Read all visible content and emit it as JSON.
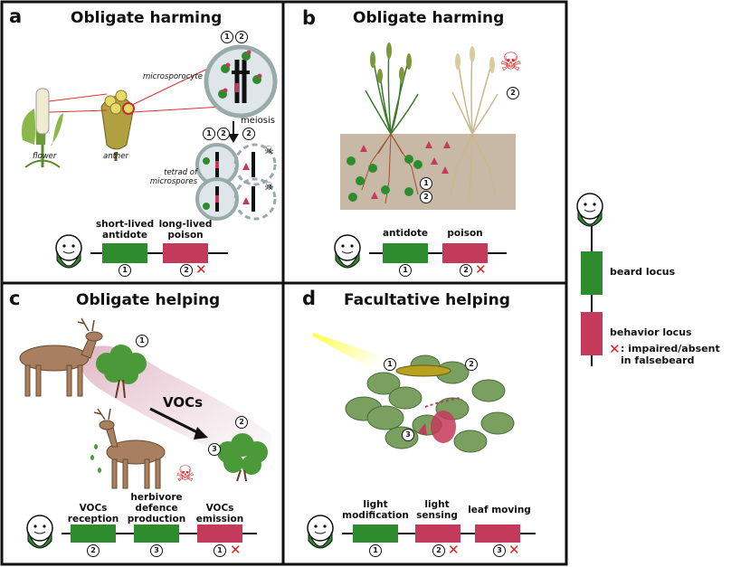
{
  "panels": {
    "a": {
      "letter": "a",
      "title": "Obligate harming",
      "labels": {
        "microsporocyte": "microsporocyte",
        "meiosis": "meiosis",
        "tetrad": "tetrad of microspores",
        "flower": "flower",
        "anther": "anther"
      },
      "genes": [
        "short-lived antidote",
        "long-lived poison"
      ]
    },
    "b": {
      "letter": "b",
      "title": "Obligate harming",
      "genes": [
        "antidote",
        "poison"
      ]
    },
    "c": {
      "letter": "c",
      "title": "Obligate helping",
      "vocs": "VOCs",
      "genes": [
        "VOCs reception",
        "herbivore defence production",
        "VOCs emission"
      ]
    },
    "d": {
      "letter": "d",
      "title": "Facultative helping",
      "genes": [
        "light modification",
        "light sensing",
        "leaf moving"
      ]
    }
  },
  "numbers": [
    "1",
    "2",
    "3"
  ],
  "legend": {
    "beard": "beard locus",
    "behavior": "behavior locus",
    "impaired": ": impaired/absent in falsebeard"
  },
  "colors": {
    "beard": "#2e8b2e",
    "behavior": "#c43a5a",
    "cross": "#dd2222",
    "soil": "#c8b8a6"
  }
}
